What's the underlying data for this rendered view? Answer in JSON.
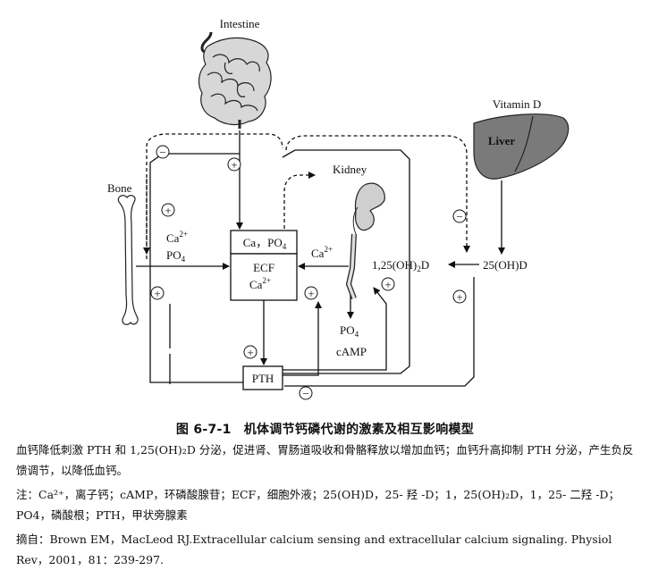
{
  "diagram": {
    "intestine_label": "Intestine",
    "vitamin_d_label": "Vitamin D",
    "liver_label": "Liver",
    "kidney_label": "Kidney",
    "bone_label": "Bone",
    "ca_label": "Ca",
    "ca_sup": "2+",
    "po4_label": "PO",
    "po4_sub": "4",
    "ca_po4_box": "Ca，PO",
    "ecf_label": "ECF",
    "active_vitd_prefix": "1,25(OH)",
    "active_vitd_sub": "2",
    "active_vitd_suffix": "D",
    "vitd_25": "25(OH)D",
    "camp_label": "cAMP",
    "pth_label": "PTH",
    "plus_sign": "+",
    "minus_sign": "−"
  },
  "caption": {
    "figure_number": "图 6-7-1",
    "figure_title": "机体调节钙磷代谢的激素及相互影响模型",
    "desc": "血钙降低刺激 PTH 和 1,25(OH)₂D 分泌，促进肾、胃肠道吸收和骨骼释放以增加血钙；血钙升高抑制 PTH 分泌，产生负反馈调节，以降低血钙。",
    "note": "注：Ca²⁺，离子钙；cAMP，环磷酸腺苷；ECF，细胞外液；25(OH)D，25- 羟 -D；1，25(OH)₂D，1，25- 二羟 -D；PO4，磷酸根；PTH，甲状旁腺素",
    "source": "摘自：Brown EM，MacLeod RJ.Extracellular calcium sensing and extracellular calcium signaling. Physiol Rev，2001，81：239-297."
  }
}
